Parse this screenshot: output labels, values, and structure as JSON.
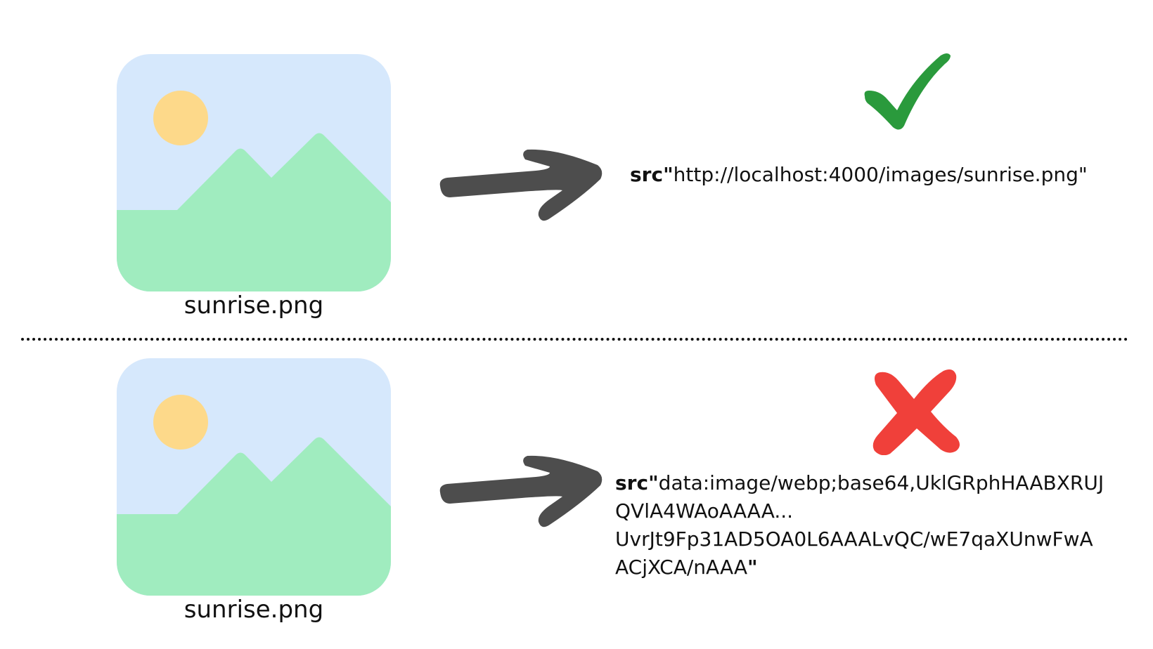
{
  "top_row": {
    "filename": "sunrise.png",
    "src_prefix": "src\"",
    "src_value": "http://localhost:4000/images/sunrise.png\"",
    "status": "check-icon",
    "status_color": "#2a9a3c"
  },
  "bottom_row": {
    "filename": "sunrise.png",
    "src_prefix": "src\"",
    "src_lines": [
      "data:image/webp;base64,UklGRphHAABXRUJ",
      "QVlA4WAoAAAA...",
      "UvrJt9Fp31AD5OA0L6AAALvQC/wE7qaXUnwFwA",
      "ACjXCA/nAAA"
    ],
    "src_suffix": "\"",
    "status": "cross-icon",
    "status_color": "#f0403a"
  },
  "colors": {
    "image_bg": "#d6e8fc",
    "sun": "#fdd98a",
    "mountains": "#a0ecbf",
    "arrow": "#4d4d4d",
    "divider": "#111111"
  }
}
